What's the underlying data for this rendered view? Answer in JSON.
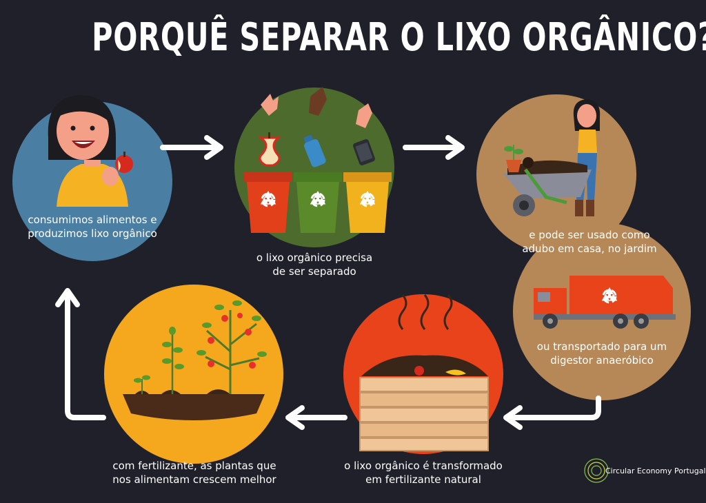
{
  "title": "PORQUÊ SEPARAR O LIXO ORGÂNICO?",
  "steps": [
    {
      "line1": "consumimos alimentos e",
      "line2": "produzimos lixo orgânico"
    },
    {
      "line1": "o lixo orgânico precisa",
      "line2": "de ser separado"
    },
    {
      "line1": "e pode ser usado como",
      "line2": "adubo em casa, no jardim"
    },
    {
      "line1": "ou transportado para um",
      "line2": "digestor anaeróbico"
    },
    {
      "line1": "o lixo orgânico é transformado",
      "line2": "em fertilizante natural"
    },
    {
      "line1": "com fertilizante, as plantas que",
      "line2": "nos alimentam crescem melhor"
    }
  ],
  "brand": "Circular Economy Portugal",
  "colors": {
    "background": "#1f2029",
    "circle_blue": "#4a7ea3",
    "circle_green": "#4c6b2c",
    "circle_tan": "#b78857",
    "circle_red": "#e8431b",
    "circle_yellow": "#f5a81e",
    "bin_red": "#e2401b",
    "bin_green": "#5a8a2a",
    "bin_yellow": "#f2b21d"
  },
  "icons": [
    "recycle-icon",
    "apple-core-icon",
    "bottle-icon",
    "can-icon",
    "truck-icon",
    "wheelbarrow-icon",
    "compost-crate-icon",
    "plant-icon"
  ]
}
